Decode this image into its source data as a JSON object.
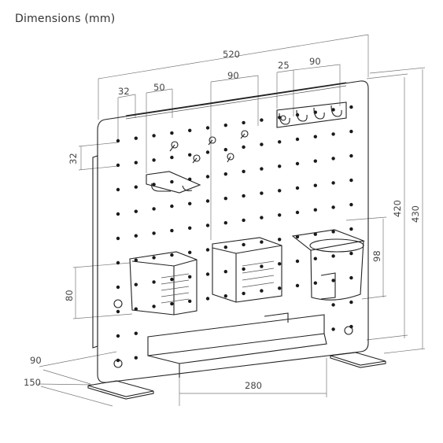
{
  "title": "Dimensions (mm)",
  "dimensions": {
    "width_total": "520",
    "hole_pitch": "32",
    "holder_width": "50",
    "basket_width": "90",
    "hook_pitch": "25",
    "hook_span": "90",
    "hole_row": "32",
    "height_panel": "420",
    "height_total": "430",
    "cup_height": "98",
    "basket_height": "80",
    "foot_depth": "90",
    "base_depth": "150",
    "shelf_width": "280"
  }
}
